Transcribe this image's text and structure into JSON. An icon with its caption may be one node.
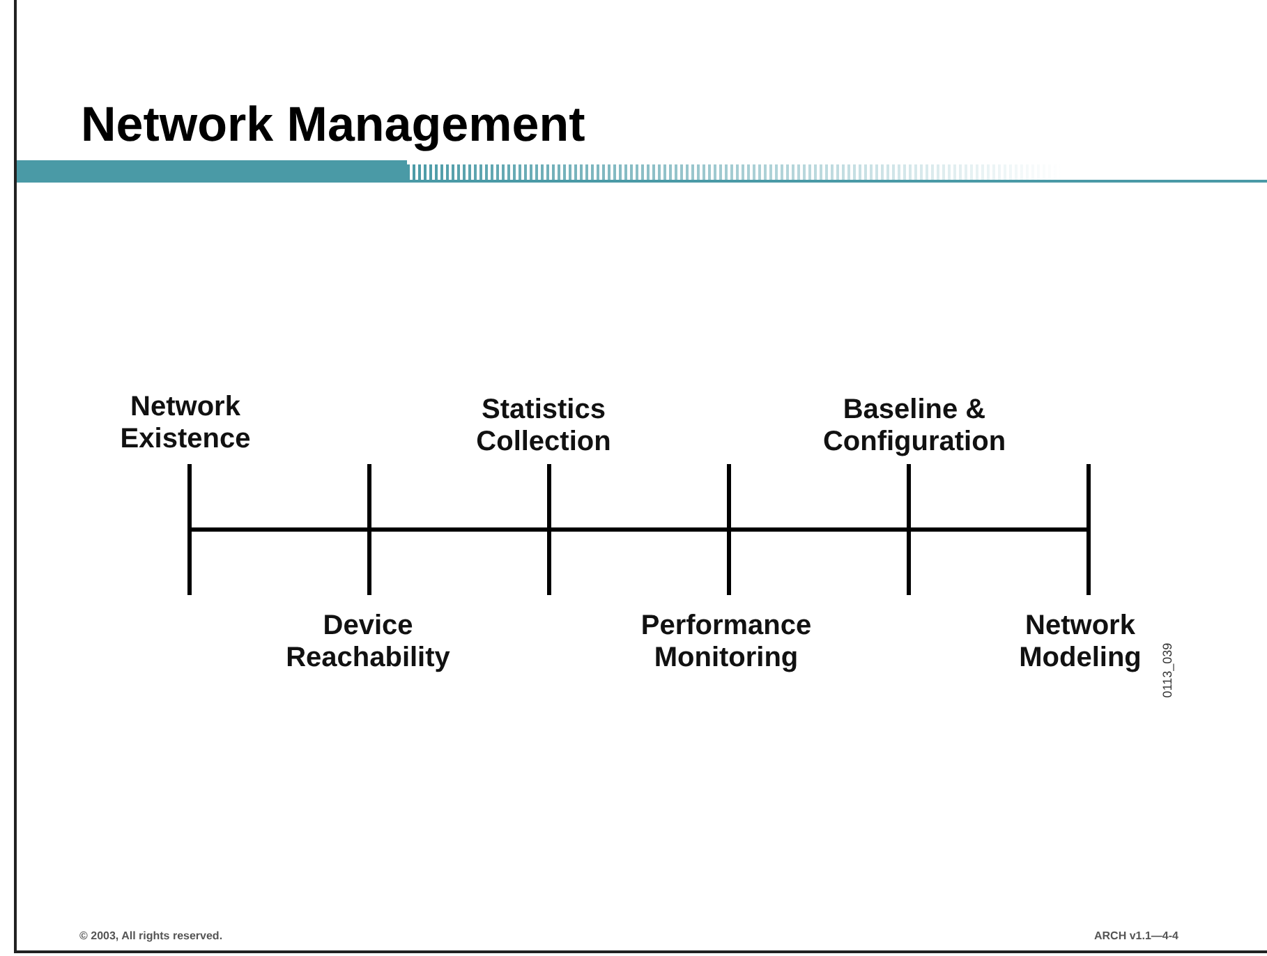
{
  "diagram": {
    "title": "Network Management",
    "labels": [
      "Network Existence",
      "Device Reachability",
      "Statistics Collection",
      "Performance Monitoring",
      "Baseline & Configuration",
      "Network Modeling",
      "0113_039",
      "© 2003, All rights reserved.",
      "ARCH v1.1—4-4"
    ]
  }
}
